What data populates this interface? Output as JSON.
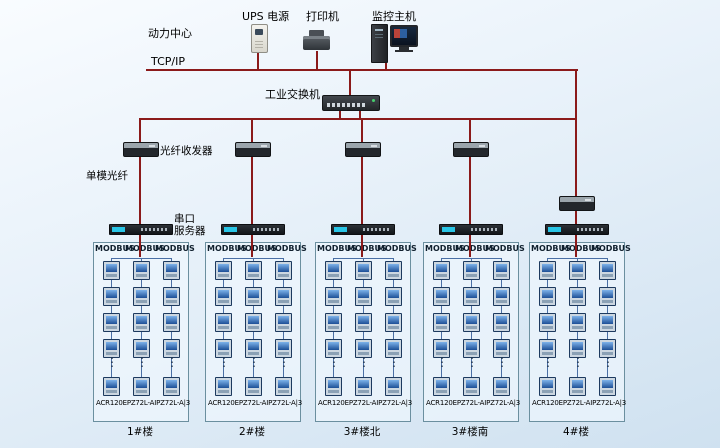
{
  "labels": {
    "site": "动力中心",
    "tcpip": "TCP/IP",
    "switch": "工业交换机",
    "fiber_transceiver": "光纤收发器",
    "single_mode_fiber": "单模光纤",
    "serial_server_line1": "串口",
    "serial_server_line2": "服务器"
  },
  "top_devices": [
    {
      "id": "ups",
      "label": "UPS 电源"
    },
    {
      "id": "printer",
      "label": "打印机"
    },
    {
      "id": "monitor_host",
      "label": "监控主机"
    }
  ],
  "meter_columns": {
    "bus_label": "MODBUS",
    "models": [
      "ACR120E",
      "PZ72L-AI",
      "PZ72L-A|3"
    ]
  },
  "groups": [
    {
      "label": "1#楼"
    },
    {
      "label": "2#楼"
    },
    {
      "label": "3#楼北"
    },
    {
      "label": "3#楼南"
    },
    {
      "label": "4#楼"
    }
  ],
  "colors": {
    "wire": "#8b1a1a",
    "modbus_wire": "#4a6fa5",
    "box_border": "#6b8f9f"
  }
}
